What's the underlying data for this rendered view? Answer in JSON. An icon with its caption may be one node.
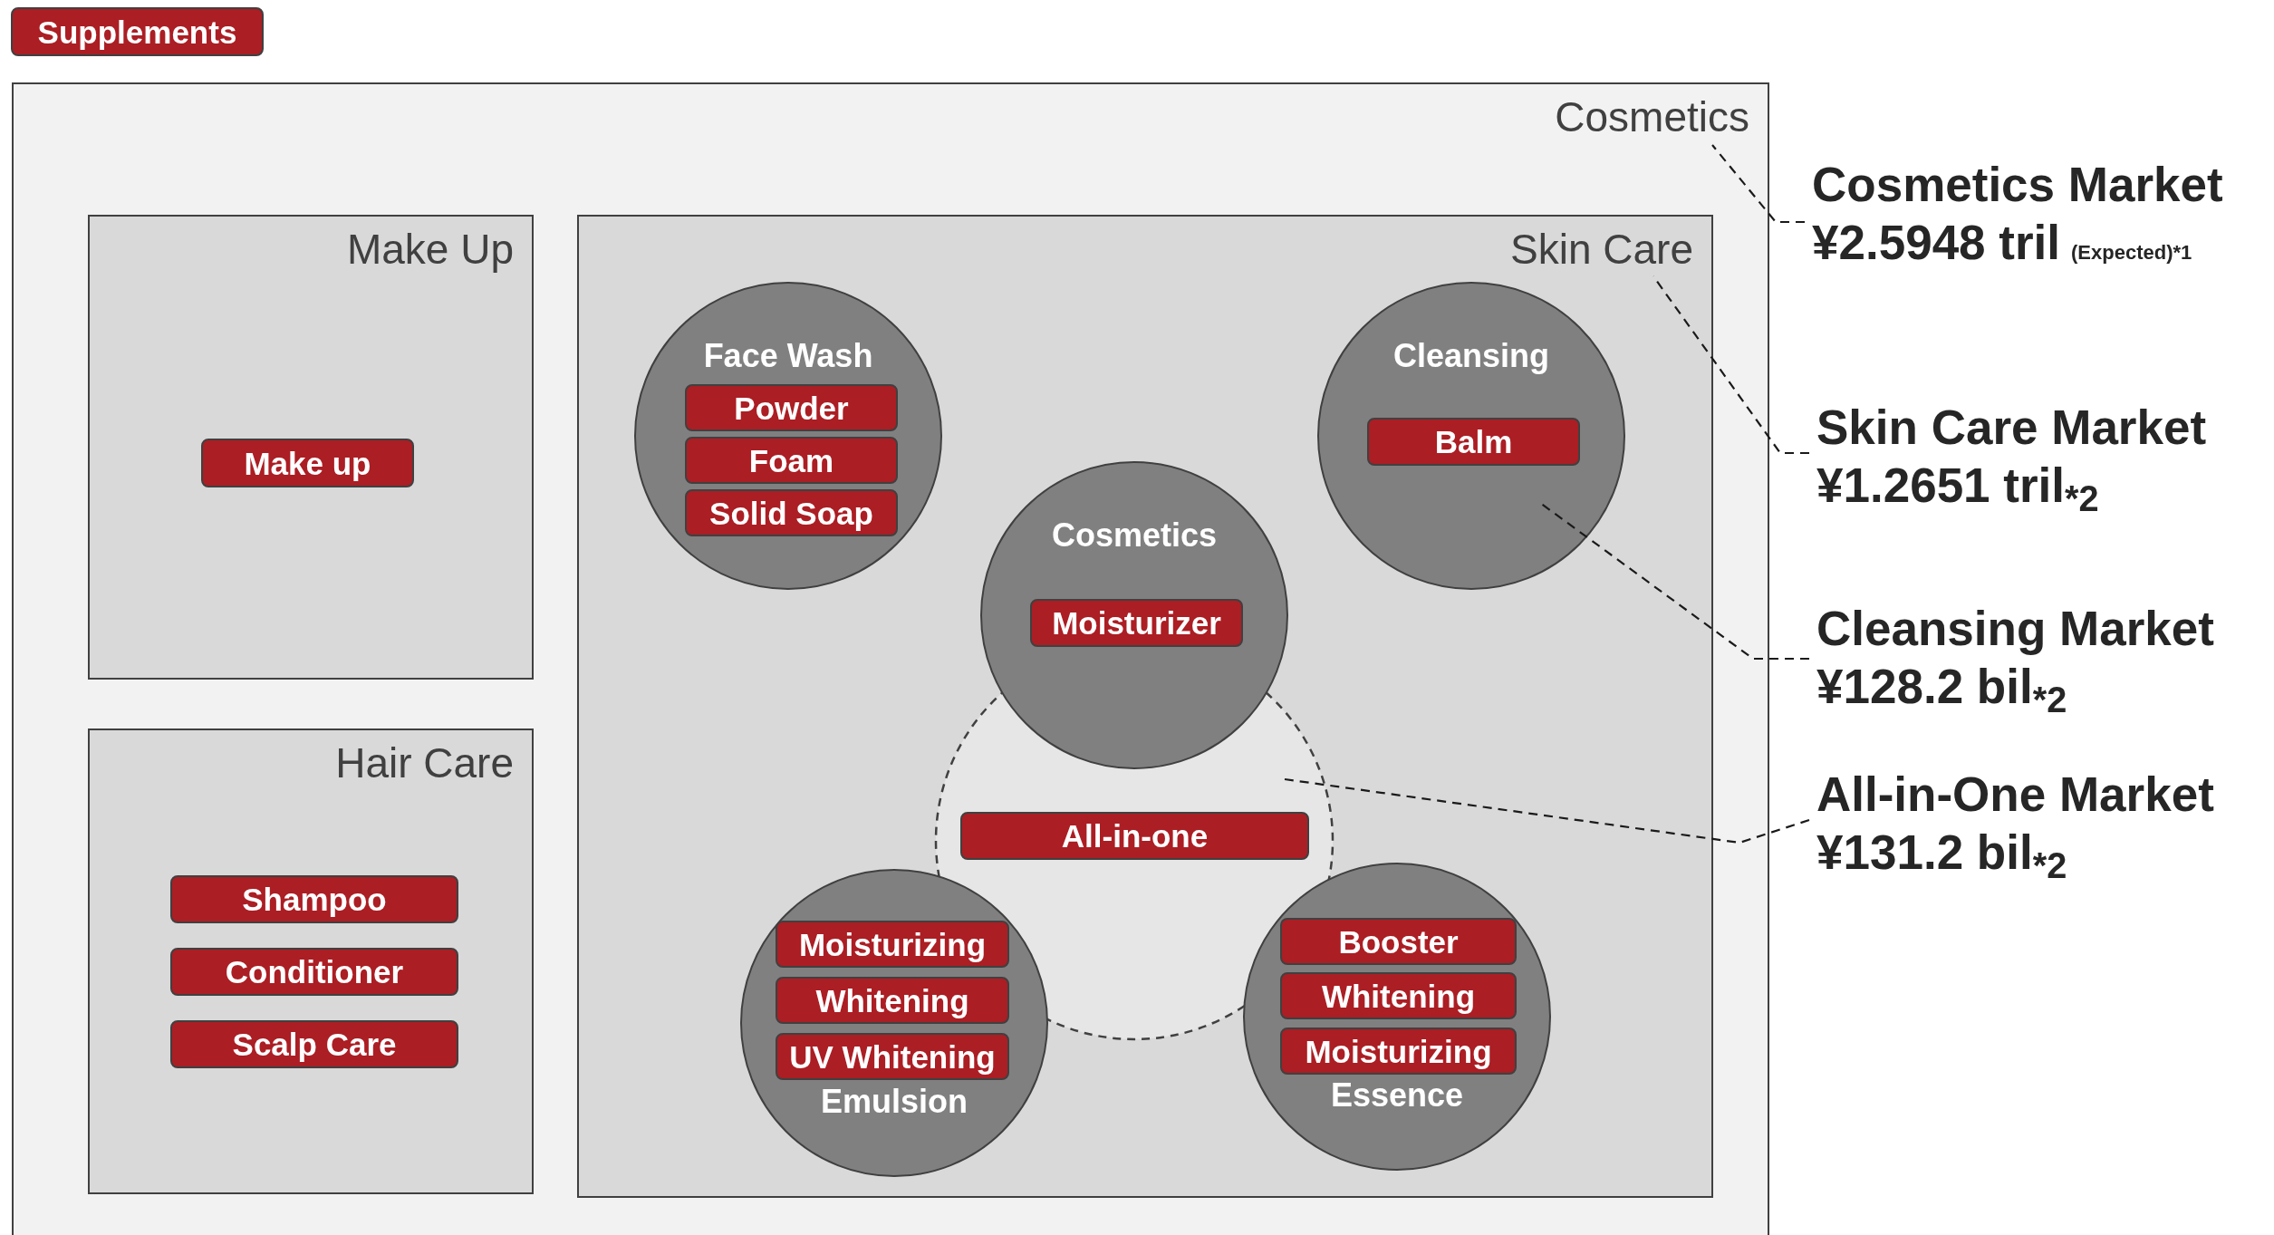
{
  "diagram": {
    "nodes": [
      {
        "text": [
          "Supplements"
        ]
      },
      {
        "text": [
          "Cosmetics"
        ]
      },
      {
        "text": [
          "Make Up"
        ],
        "in": 1
      },
      {
        "text": [
          "Make up"
        ],
        "in": 2
      },
      {
        "text": [
          "Hair Care"
        ],
        "in": 1
      },
      {
        "text": [
          "Shampoo"
        ],
        "in": 4
      },
      {
        "text": [
          "Conditioner"
        ],
        "in": 4
      },
      {
        "text": [
          "Scalp Care"
        ],
        "in": 4
      },
      {
        "text": [
          "Skin Care"
        ],
        "in": 1
      },
      {
        "text": [
          "Face Wash"
        ],
        "in": 8
      },
      {
        "text": [
          "Powder"
        ],
        "in": 9
      },
      {
        "text": [
          "Foam"
        ],
        "in": 9
      },
      {
        "text": [
          "Solid Soap"
        ],
        "in": 9
      },
      {
        "text": [
          "Cleansing"
        ],
        "in": 8
      },
      {
        "text": [
          "Balm"
        ],
        "in": 13
      },
      {
        "text": [],
        "shape": "circle",
        "in": 8
      },
      {
        "text": [
          "Cosmetics"
        ],
        "in": 8
      },
      {
        "text": [
          "Moisturizer"
        ],
        "in": 16
      },
      {
        "text": [
          "All-in-one"
        ],
        "in": 15
      },
      {
        "text": [
          "Emulsion"
        ],
        "in": 8
      },
      {
        "text": [
          "Moisturizing"
        ],
        "in": 19
      },
      {
        "text": [
          "Whitening"
        ],
        "in": 19
      },
      {
        "text": [
          "UV Whitening"
        ],
        "in": 19
      },
      {
        "text": [
          "Essence"
        ],
        "in": 8
      },
      {
        "text": [
          "Booster"
        ],
        "in": 23
      },
      {
        "text": [
          "Whitening"
        ],
        "in": 23
      },
      {
        "text": [
          "Moisturizing"
        ],
        "in": 23
      },
      {
        "text": [
          "Cosmetics Market",
          "¥2.5948 tril",
          "(Expected)*1"
        ]
      },
      {
        "text": [
          "Skin Care Market",
          "¥1.2651 tril$_{*2}$"
        ]
      },
      {
        "text": [
          "Cleansing Market",
          "¥128.2 bil$_{*2}$"
        ]
      },
      {
        "text": [
          "All-in-One Market",
          "¥131.2 bil$_{*2}$"
        ]
      }
    ],
    "edges": [
      {
        "from": 27,
        "to": 1,
        "arrow": "none",
        "style": "dashed"
      },
      {
        "from": 28,
        "to": 8,
        "arrow": "none",
        "style": "dashed"
      },
      {
        "from": 29,
        "to": 13,
        "arrow": "none",
        "style": "dashed"
      },
      {
        "from": 30,
        "to": 15,
        "arrow": "none",
        "style": "dashed"
      }
    ]
  }
}
